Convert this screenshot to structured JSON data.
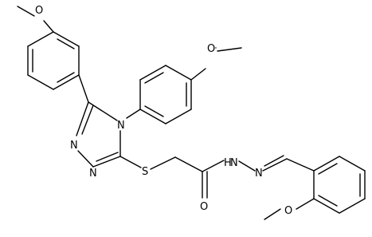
{
  "atom_labels": {
    "o_top_left": "O",
    "o_top_right": "O",
    "n_ring_top": "N",
    "n_ring_left_1": "N",
    "n_ring_left_2": "N",
    "s_thioether": "S",
    "nh_hydrazide": "H",
    "nh_hydrazide_n": "N",
    "n_imine": "N",
    "o_carbonyl": "O",
    "o_bottom": "O"
  }
}
